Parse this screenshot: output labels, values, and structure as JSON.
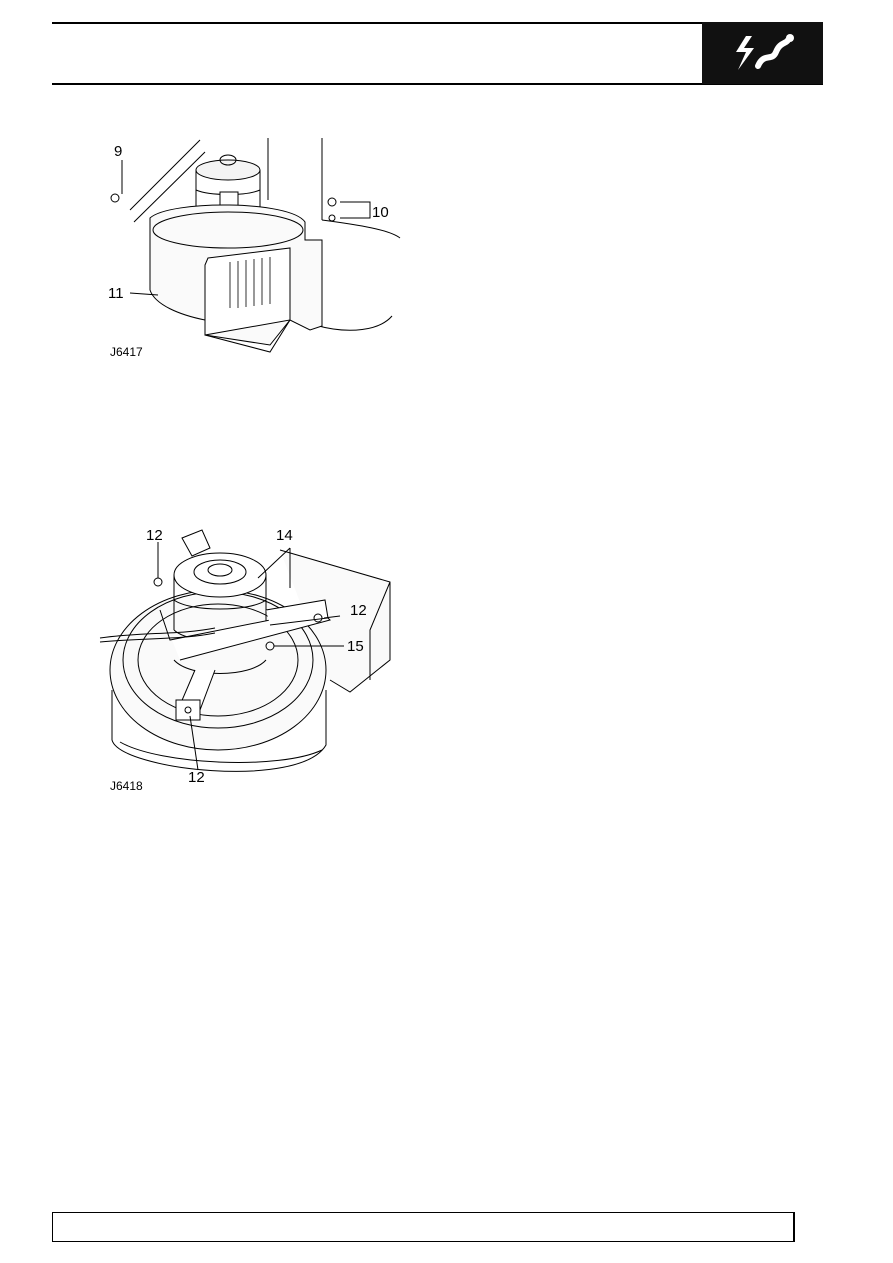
{
  "header": {
    "icon": "climate-airflow-icon"
  },
  "figures": [
    {
      "code": "J6417",
      "callouts": [
        "9",
        "10",
        "11"
      ]
    },
    {
      "code": "J6418",
      "callouts": [
        "12",
        "14",
        "12",
        "15",
        "12"
      ]
    }
  ],
  "footer": {
    "text": ""
  }
}
